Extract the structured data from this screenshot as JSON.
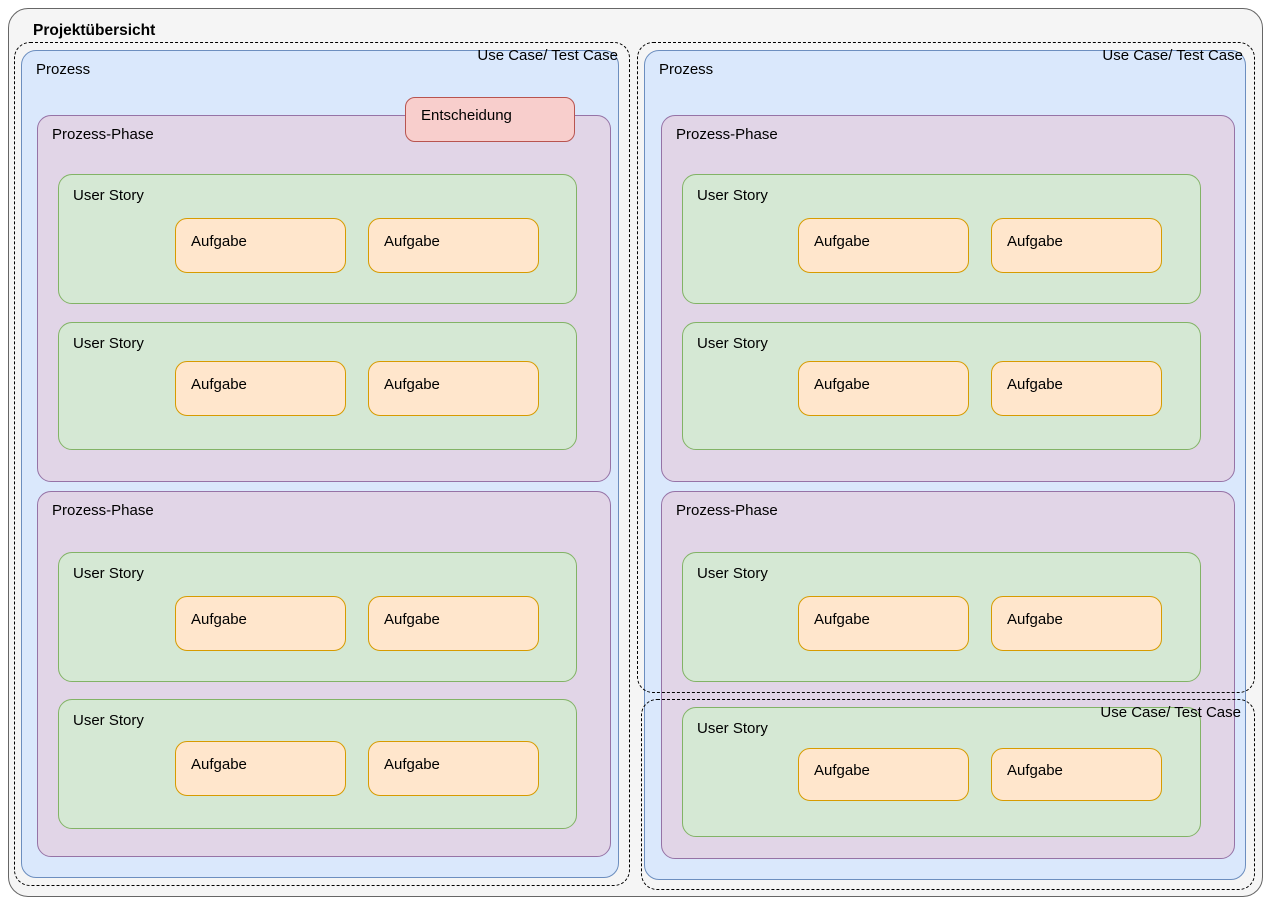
{
  "diagram": {
    "title": "Projektübersicht",
    "colors": {
      "container_bg": "#f5f5f5",
      "container_border": "#666666",
      "prozess_bg": "#dae8fc",
      "prozess_border": "#6c8ebf",
      "phase_bg": "#e1d5e7",
      "phase_border": "#9673a6",
      "story_bg": "#d5e8d4",
      "story_border": "#82b366",
      "task_bg": "#ffe6cc",
      "task_border": "#d79b00",
      "decision_bg": "#f8cecc",
      "decision_border": "#b85450"
    },
    "use_case_groups": [
      {
        "label": "Use Case/ Test Case"
      },
      {
        "label": "Use Case/ Test Case"
      },
      {
        "label": "Use Case/ Test Case"
      }
    ],
    "panels": [
      {
        "prozess_label": "Prozess",
        "decision_label": "Entscheidung",
        "phases": [
          {
            "label": "Prozess-Phase",
            "stories": [
              {
                "label": "User Story",
                "tasks": [
                  "Aufgabe",
                  "Aufgabe"
                ]
              },
              {
                "label": "User Story",
                "tasks": [
                  "Aufgabe",
                  "Aufgabe"
                ]
              }
            ]
          },
          {
            "label": "Prozess-Phase",
            "stories": [
              {
                "label": "User Story",
                "tasks": [
                  "Aufgabe",
                  "Aufgabe"
                ]
              },
              {
                "label": "User Story",
                "tasks": [
                  "Aufgabe",
                  "Aufgabe"
                ]
              }
            ]
          }
        ]
      },
      {
        "prozess_label": "Prozess",
        "phases": [
          {
            "label": "Prozess-Phase",
            "stories": [
              {
                "label": "User Story",
                "tasks": [
                  "Aufgabe",
                  "Aufgabe"
                ]
              },
              {
                "label": "User Story",
                "tasks": [
                  "Aufgabe",
                  "Aufgabe"
                ]
              }
            ]
          },
          {
            "label": "Prozess-Phase",
            "stories": [
              {
                "label": "User Story",
                "tasks": [
                  "Aufgabe",
                  "Aufgabe"
                ]
              },
              {
                "label": "User Story",
                "tasks": [
                  "Aufgabe",
                  "Aufgabe"
                ]
              }
            ]
          }
        ]
      }
    ]
  }
}
